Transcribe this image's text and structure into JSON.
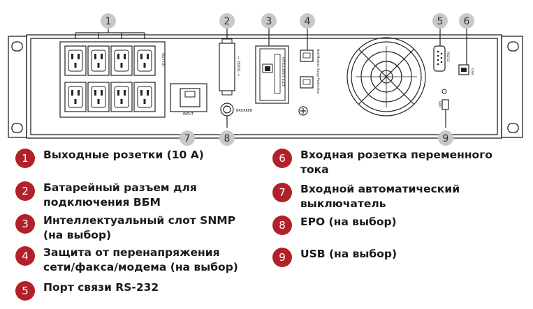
{
  "callouts": [
    "1",
    "2",
    "3",
    "4",
    "5",
    "6",
    "7",
    "8",
    "9"
  ],
  "panel_labels": {
    "output": "OUTPUT",
    "input": "INPUT",
    "breaker": "BREAKER",
    "battery": "— 36VDC +",
    "snmp": "INTELLIGENT SLOT",
    "network": "Net/Modem Surge Protection",
    "rs232": "RS232",
    "usb": "USB",
    "epo": "EPO"
  },
  "legend": [
    {
      "number": "1",
      "lines": [
        "Выходные розетки (10 А)"
      ]
    },
    {
      "number": "2",
      "lines": [
        "Батарейный разъем для",
        "подключения ВБМ"
      ]
    },
    {
      "number": "3",
      "lines": [
        "Интеллектуальный слот SNMP",
        "(на выбор)"
      ]
    },
    {
      "number": "4",
      "lines": [
        "Защита от перенапряжения",
        "сети/факса/модема (на выбор)"
      ]
    },
    {
      "number": "5",
      "lines": [
        "Порт связи RS-232"
      ]
    },
    {
      "number": "6",
      "lines": [
        "Входная розетка переменного",
        "тока"
      ]
    },
    {
      "number": "7",
      "lines": [
        "Входной автоматический",
        "выключатель"
      ]
    },
    {
      "number": "8",
      "lines": [
        "EPO (на выбор)"
      ]
    },
    {
      "number": "9",
      "lines": [
        "USB (на выбор)"
      ]
    }
  ],
  "colors": {
    "badge": "#b2212a",
    "callout": "#c8c8c8",
    "panel_line": "#222222"
  }
}
